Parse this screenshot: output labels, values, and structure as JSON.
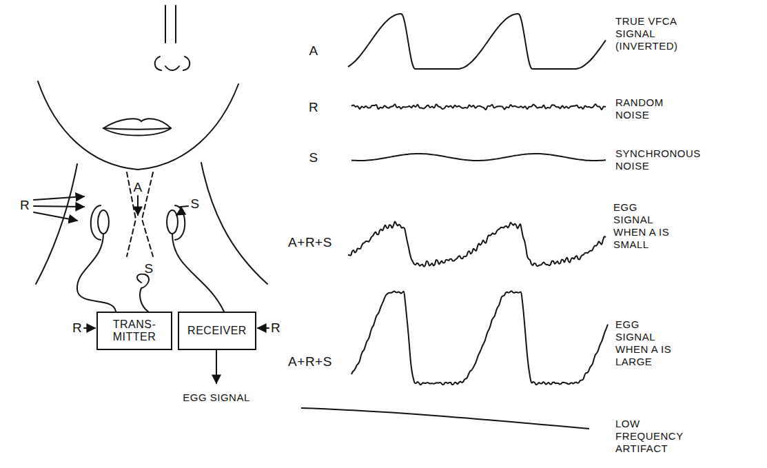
{
  "diagram": {
    "nodes": [
      {
        "text": [
          "TRANS- MITTER"
        ]
      },
      {
        "text": [
          "RECEIVER"
        ]
      }
    ],
    "labels": [
      "R",
      "A",
      "S",
      "S",
      "R",
      "R",
      "EGG SIGNAL",
      "A",
      "TRUE VFCA SIGNAL (INVERTED)",
      "R",
      "RANDOM NOISE",
      "S",
      "SYNCHRONOUS NOISE",
      "A+R+S",
      "EGG SIGNAL WHEN A IS SMALL",
      "A+R+S",
      "EGG SIGNAL WHEN A IS LARGE",
      "LOW FREQUENCY ARTIFACT"
    ]
  }
}
